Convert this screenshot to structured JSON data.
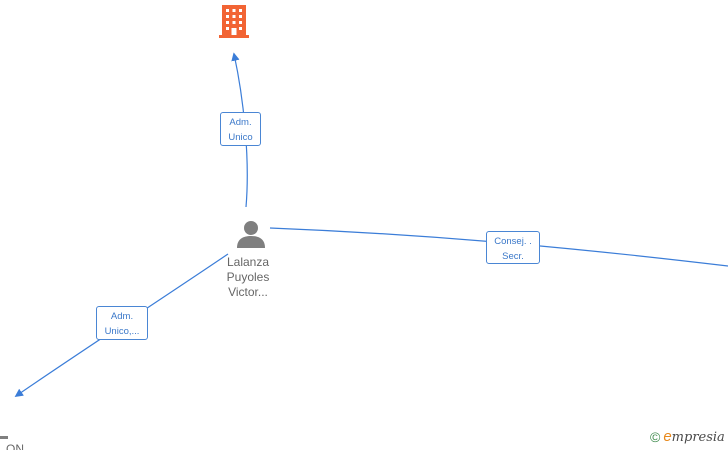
{
  "nodes": {
    "top_company": {
      "icon": "building-icon",
      "color": "#f26434"
    },
    "person": {
      "icon": "person-icon",
      "color": "#7f7f7f",
      "name_lines": [
        "Lalanza",
        "Puyoles",
        "Victor..."
      ]
    },
    "bottom_left": {
      "icon": "building-icon",
      "color": "#7f7f7f",
      "name": "...ON"
    }
  },
  "edges": [
    {
      "id": "to-top-company",
      "label_lines": [
        "Adm.",
        "Unico"
      ]
    },
    {
      "id": "to-right-company",
      "label_lines": [
        "Consej. .",
        "Secr."
      ]
    },
    {
      "id": "to-bottom-left",
      "label_lines": [
        "Adm.",
        "Unico,..."
      ]
    }
  ],
  "colors": {
    "edge": "#3b7dd8",
    "label_text": "#3b78c9"
  },
  "watermark": {
    "symbol": "©",
    "brand_initial": "e",
    "brand_rest": "mpresia"
  }
}
